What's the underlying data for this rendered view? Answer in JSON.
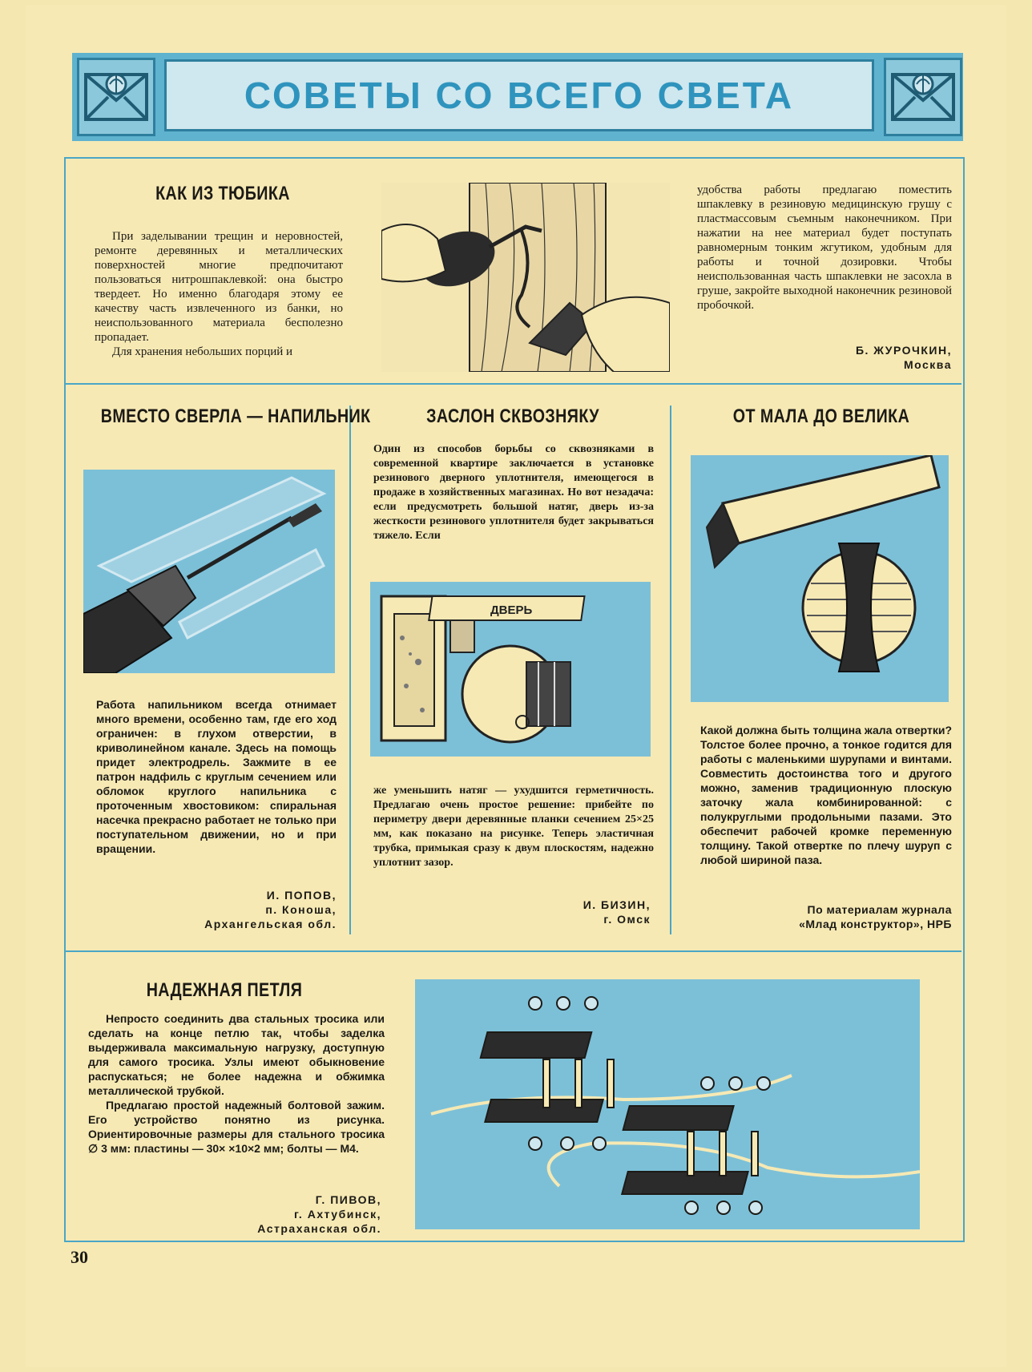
{
  "header": {
    "title": "СОВЕТЫ СО ВСЕГО СВЕТА"
  },
  "articles": {
    "tube": {
      "headline": "КАК ИЗ ТЮБИКА",
      "paragraphs": [
        "При заделывании трещин и неровностей, ремонте деревянных и металлических поверхностей многие предпочитают пользоваться нитрошпаклевкой: она быстро твердеет. Но именно благодаря этому ее качеству часть извлеченного из банки, но неиспользованного материала бесполезно пропадает.",
        "Для хранения небольших порций и"
      ],
      "continuation": "удобства работы предлагаю поместить шпаклевку в резиновую медицинскую грушу с пластмассовым съемным наконечником. При нажатии на нее материал будет поступать равномерным тонким жгутиком, удобным для работы и точной дозировки. Чтобы неиспользованная часть шпаклевки не засохла в груше, закройте выходной наконечник резиновой пробочкой.",
      "author": "Б. ЖУРОЧКИН,",
      "city": "Москва"
    },
    "drill": {
      "headline": "ВМЕСТО СВЕРЛА — НАПИЛЬНИК",
      "text": "Работа напильником всегда отнимает много времени, особенно там, где его ход ограничен: в глухом отверстии, в криволинейном канале. Здесь на помощь придет электродрель. Зажмите в ее патрон надфиль с круглым сечением или обломок круглого напильника с проточенным хвостовиком: спиральная насечка прекрасно работает не только при поступательном движении, но и при вращении.",
      "author": "И. ПОПОВ,",
      "city": "п. Коноша,",
      "region": "Архангельская обл."
    },
    "draft": {
      "headline": "ЗАСЛОН СКВОЗНЯКУ",
      "text_top": "Один из способов борьбы со сквозняками в современной квартире заключается в установке резинового дверного уплотнителя, имеющегося в продаже в хозяйственных магазинах. Но вот незадача: если предусмотреть большой натяг, дверь из-за жесткости резинового уплотнителя будет закрываться тяжело. Если",
      "door_label": "ДВЕРЬ",
      "text_bottom": "же уменьшить натяг — ухудшится герметичность. Предлагаю очень простое решение: прибейте по периметру двери деревянные планки сечением 25×25 мм, как показано на рисунке. Теперь эластичная трубка, примыкая сразу к двум плоскостям, надежно уплотнит зазор.",
      "author": "И. БИЗИН,",
      "city": "г. Омск"
    },
    "bike": {
      "headline": "ОТ МАЛА ДО ВЕЛИКА",
      "text": "Какой должна быть толщина жала отвертки? Толстое более прочно, а тонкое годится для работы с маленькими шурупами и винтами. Совместить достоинства того и другого можно, заменив традиционную плоскую заточку жала комбинированной: с полукруглыми продольными пазами. Это обеспечит рабочей кромке переменную толщину. Такой отвертке по плечу шуруп с любой шириной паза.",
      "source_line1": "По материалам журнала",
      "source_line2": "«Млад конструктор», НРБ"
    },
    "loop": {
      "headline": "НАДЕЖНАЯ ПЕТЛЯ",
      "paragraphs": [
        "Непросто соединить два стальных тросика или сделать на конце петлю так, чтобы заделка выдерживала максимальную нагрузку, доступную для самого тросика. Узлы имеют обыкновение распускаться; не более надежна и обжимка металлической трубкой.",
        "Предлагаю простой надежный болтовой зажим. Его устройство понятно из рисунка. Ориентировочные размеры для стального тросика ∅ 3 мм: пластины — 30× ×10×2 мм; болты — М4."
      ],
      "author": "Г. ПИВОВ,",
      "city": "г. Ахтубинск,",
      "region": "Астраханская обл."
    }
  },
  "page_number": "30",
  "colors": {
    "paper": "#f6e9b4",
    "accent_blue": "#5fb3cf",
    "title_blue": "#2f94bd",
    "ink": "#1c1a16"
  }
}
